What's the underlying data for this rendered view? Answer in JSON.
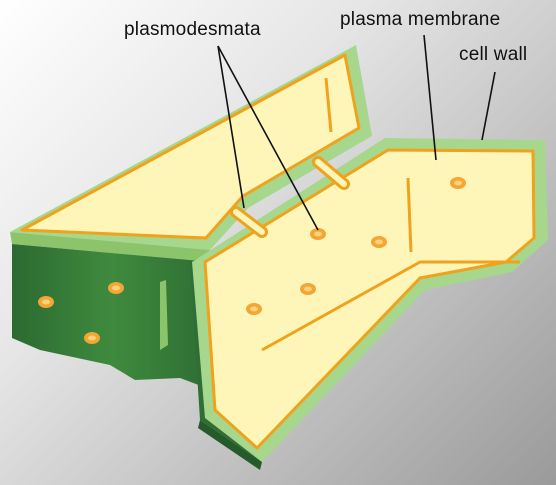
{
  "labels": {
    "plasmodesmata": "plasmodesmata",
    "plasma_membrane": "plasma membrane",
    "cell_wall": "cell wall"
  },
  "colors": {
    "cytoplasm": "#fdf6b8",
    "membrane": "#f0a21c",
    "cell_wall": "#a6d78c",
    "wall_side": "#7fb356",
    "dark_green": "#2f6e34",
    "mid_green": "#3f8a3e",
    "organelle": "#f3a633",
    "organelle_inner": "#f7d27a",
    "leader_line": "#111111"
  }
}
